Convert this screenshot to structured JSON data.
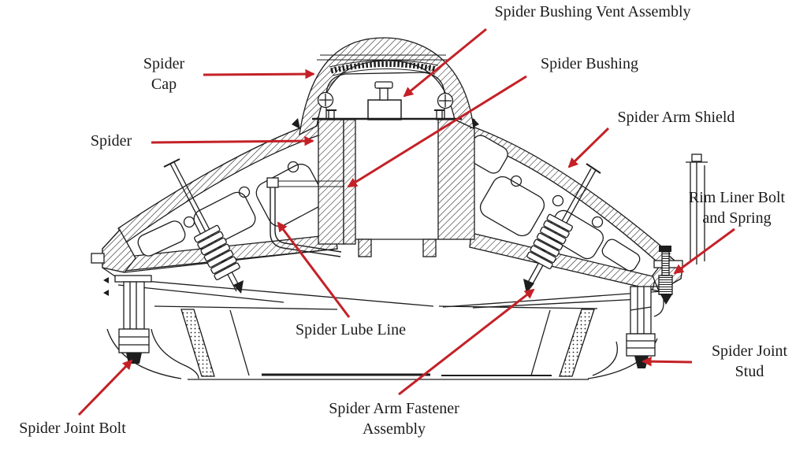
{
  "figure": {
    "kind": "technical-diagram",
    "background_color": "#ffffff",
    "line_color": "#1d1d1d",
    "arrow_color": "#c42127",
    "text_color": "#1b1b1b"
  },
  "labels": [
    {
      "id": "spider-bushing-vent-assembly",
      "text": "Spider Bushing Vent Assembly"
    },
    {
      "id": "spider-cap",
      "text": "Spider\nCap"
    },
    {
      "id": "spider-bushing",
      "text": "Spider Bushing"
    },
    {
      "id": "spider-arm-shield",
      "text": "Spider Arm Shield"
    },
    {
      "id": "spider",
      "text": "Spider"
    },
    {
      "id": "rim-liner-bolt-and-spring",
      "text": "Rim Liner Bolt\nand Spring"
    },
    {
      "id": "spider-lube-line",
      "text": "Spider Lube Line"
    },
    {
      "id": "spider-joint-stud",
      "text": "Spider Joint\nStud"
    },
    {
      "id": "spider-arm-fastener-assembly",
      "text": "Spider Arm Fastener\nAssembly"
    },
    {
      "id": "spider-joint-bolt",
      "text": "Spider Joint Bolt"
    }
  ]
}
